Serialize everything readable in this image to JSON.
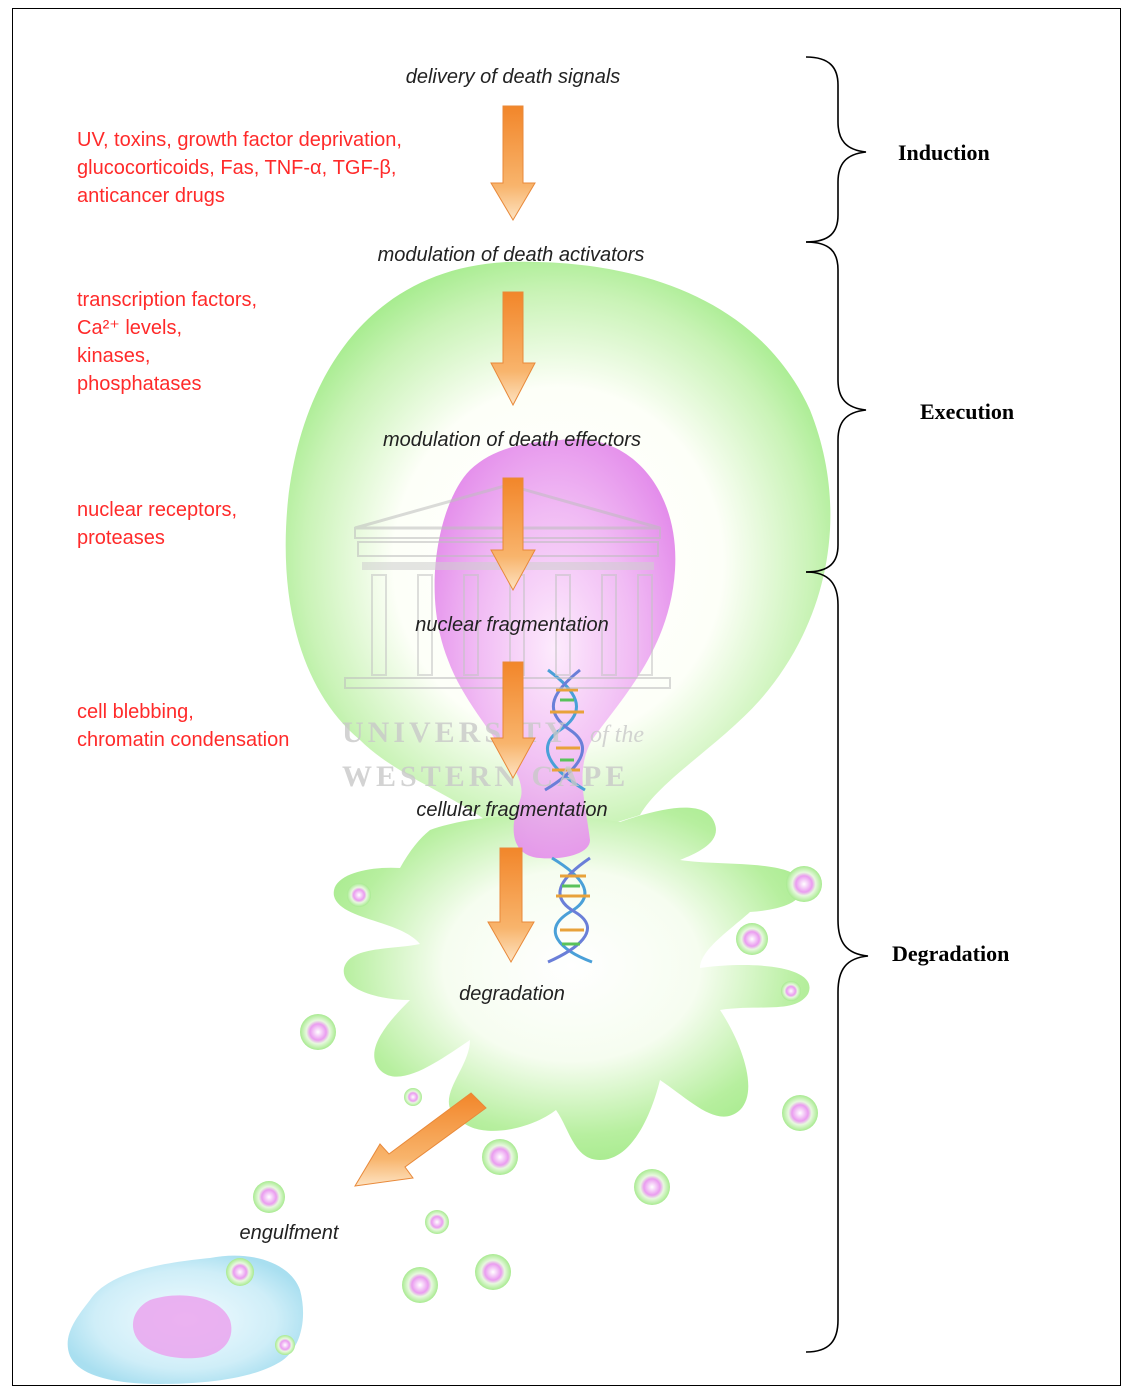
{
  "diagram": {
    "steps": [
      "delivery of death signals",
      "modulation of death activators",
      "modulation of death effectors",
      "nuclear fragmentation",
      "cellular fragmentation",
      "degradation",
      "engulfment"
    ],
    "causes": [
      [
        "UV, toxins, growth factor deprivation,",
        "glucocorticoids, Fas, TNF-α, TGF-β,",
        "anticancer drugs"
      ],
      [
        "transcription factors,",
        "Ca²⁺ levels,",
        "kinases,",
        "phosphatases"
      ],
      [
        "nuclear receptors,",
        "proteases"
      ],
      [
        "cell blebbing,",
        "chromatin condensation"
      ]
    ],
    "phases": [
      "Induction",
      "Execution",
      "Degradation"
    ]
  },
  "watermark": {
    "line1": "UNIVERSITY",
    "line1_suffix": "of the",
    "line2": "WESTERN CAPE"
  },
  "colors": {
    "cause_text": "#ff2a2a",
    "cell_green": "#a6ec8e",
    "nucleus_pink": "#e687ee",
    "arrow_orange": "#f59a3c"
  }
}
